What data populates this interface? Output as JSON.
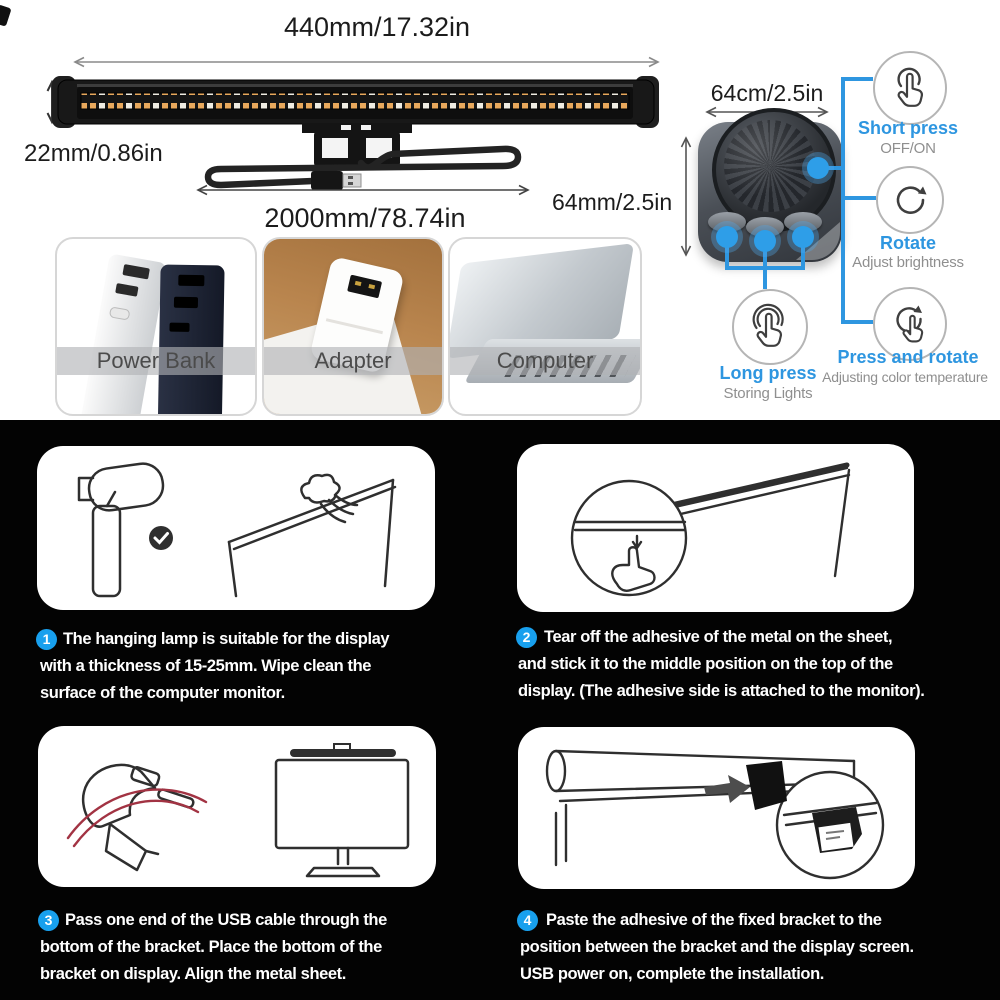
{
  "dimensions": {
    "bar_length": "440mm/17.32in",
    "bar_thickness": "22mm/0.86in",
    "cable_length": "2000mm/78.74in",
    "controller_width": "64cm/2.5in",
    "controller_height": "64mm/2.5in"
  },
  "controls": [
    {
      "icon": "tap-icon",
      "title": "Short press",
      "subtitle": "OFF/ON"
    },
    {
      "icon": "rotate-icon",
      "title": "Rotate",
      "subtitle": "Adjust brightness"
    },
    {
      "icon": "long-press-icon",
      "title": "Long press",
      "subtitle": "Storing Lights"
    },
    {
      "icon": "press-rotate-icon",
      "title": "Press and rotate",
      "subtitle": "Adjusting color temperature"
    }
  ],
  "power_sources": [
    {
      "label": "Power Bank"
    },
    {
      "label": "Adapter"
    },
    {
      "label": "Computer"
    }
  ],
  "steps": [
    {
      "number": "1",
      "lines": [
        "The hanging lamp is suitable for the display",
        "with a thickness of 15-25mm. Wipe clean the",
        "surface of the computer monitor."
      ]
    },
    {
      "number": "2",
      "lines": [
        "Tear off the adhesive of the metal on the sheet,",
        "and stick it to the middle position on the top of the",
        "display. (The adhesive side is attached to the monitor)."
      ]
    },
    {
      "number": "3",
      "lines": [
        "Pass one end of the USB cable through the",
        "bottom of the bracket. Place the bottom of the",
        "bracket on display. Align the metal sheet."
      ]
    },
    {
      "number": "4",
      "lines": [
        "Paste the adhesive of the fixed bracket to the",
        "position between the bracket and the display screen.",
        "USB power on, complete the installation."
      ]
    }
  ],
  "colors": {
    "accent_blue": "#2e96e0",
    "badge_blue": "#18a0ee",
    "label_gray": "#8f8f8f",
    "black_bg": "#030303",
    "led_orange": "#e8a85c"
  }
}
